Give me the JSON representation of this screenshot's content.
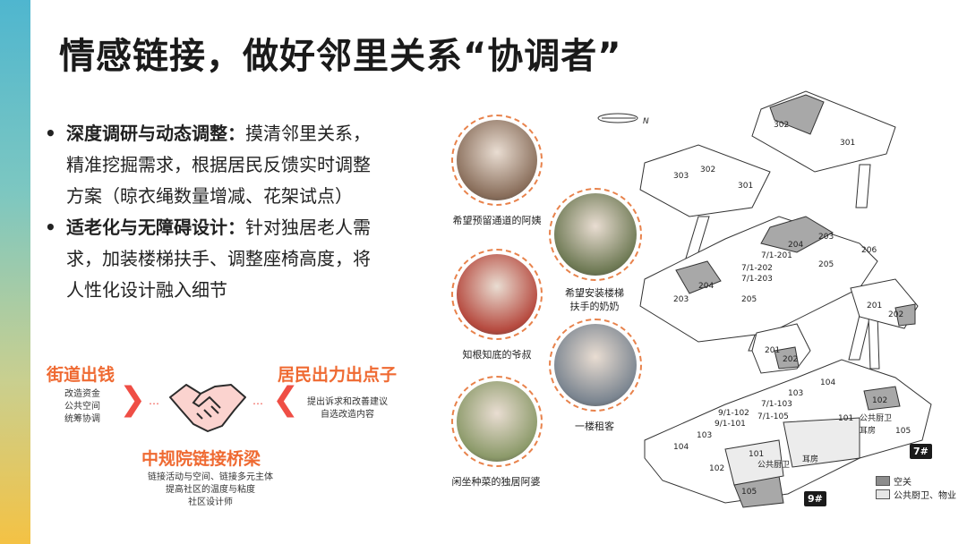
{
  "title": "情感链接，做好邻里关系“协调者”",
  "bullets": [
    {
      "bold": "深度调研与动态调整：",
      "lines": [
        "摸清邻里关系，",
        "精准挖掘需求，根据居民反馈实时调整",
        "方案（晾衣绳数量增减、花架试点）"
      ]
    },
    {
      "bold": "适老化与无障碍设计：",
      "lines": [
        "针对独居老人需",
        "求，加装楼梯扶手、调整座椅高度，将",
        "人性化设计融入细节"
      ]
    }
  ],
  "diagram": {
    "left_title": "街道出钱",
    "left_items": [
      "改造资金",
      "公共空间",
      "统筹协调"
    ],
    "right_title": "居民出力出点子",
    "right_items": [
      "提出诉求和改善建议",
      "自选改造内容"
    ],
    "center_title": "中规院链接桥梁",
    "center_items": [
      "链接活动与空间、链接多元主体",
      "提高社区的温度与粘度",
      "社区设计师"
    ]
  },
  "photos": [
    {
      "caption": "希望预留通道的阿姨",
      "color": "#8a6f5c"
    },
    {
      "caption": "希望安装楼梯扶手的奶奶",
      "caption_lines": [
        "希望安装楼梯",
        "扶手的奶奶"
      ],
      "color": "#6f7a55"
    },
    {
      "caption": "知根知底的爷叔",
      "color": "#b64a3f"
    },
    {
      "caption": "一楼租客",
      "color": "#7b8590"
    },
    {
      "caption": "闲坐种菜的独居阿婆",
      "color": "#8c9a6a"
    }
  ],
  "map": {
    "compass": "N",
    "rooms": [
      "302",
      "301",
      "303",
      "302",
      "301",
      "204",
      "203",
      "7/1-201",
      "7/1-202",
      "205",
      "206",
      "7/1-203",
      "204",
      "203",
      "205",
      "201",
      "202",
      "201",
      "202",
      "103",
      "104",
      "102",
      "7/1-103",
      "9/1-102",
      "7/1-105",
      "9/1-101",
      "101",
      "公共厨卫",
      "耳房",
      "103",
      "105",
      "104",
      "101",
      "公共厨卫",
      "耳房",
      "102",
      "105"
    ],
    "building_tags": [
      "7#",
      "9#"
    ],
    "legend": [
      {
        "label": "空关",
        "color": "#8c8c8c"
      },
      {
        "label": "公共厨卫、物业",
        "color": "#e6e6e6"
      }
    ]
  }
}
